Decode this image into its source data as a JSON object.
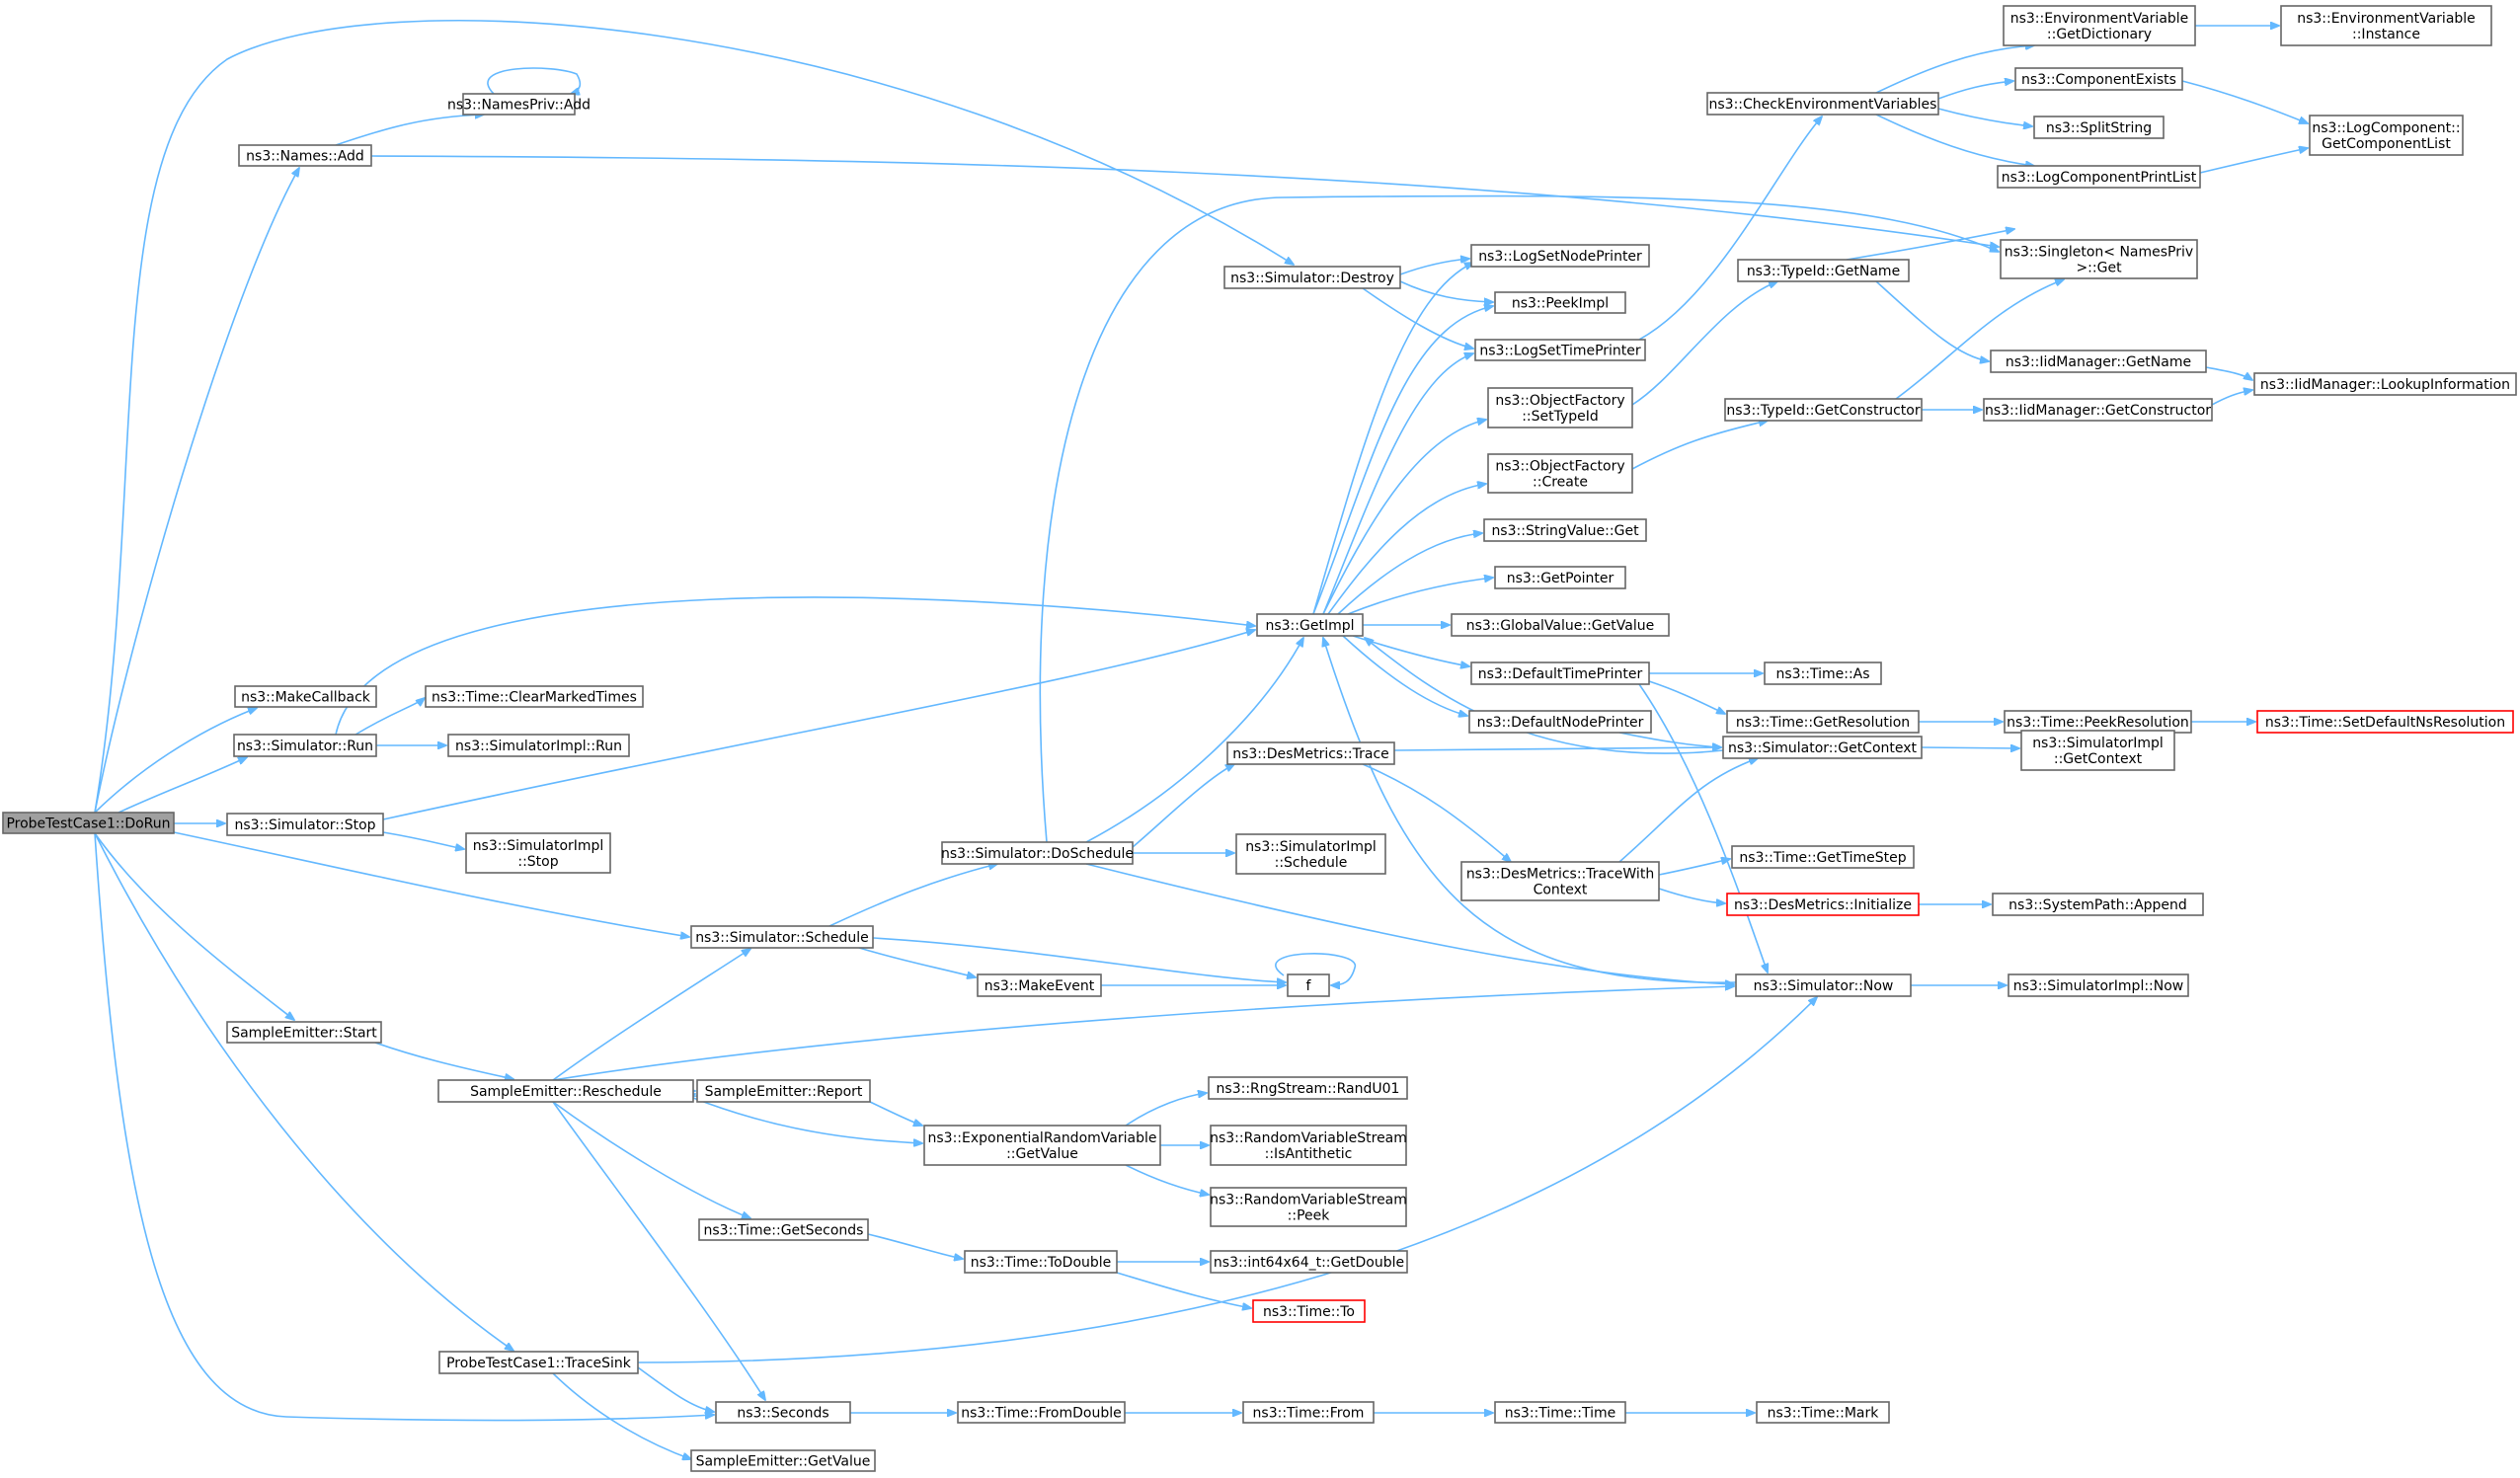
{
  "colors": {
    "edge": "#63b8ff",
    "root_fill": "#a0a0a0",
    "node_border": "#666666",
    "highlight_border": "#ff0000"
  },
  "nodes": {
    "dorun": {
      "lines": [
        "ProbeTestCase1::DoRun"
      ]
    },
    "names_add": {
      "lines": [
        "ns3::Names::Add"
      ]
    },
    "namespriv_add": {
      "lines": [
        "ns3::NamesPriv::Add"
      ]
    },
    "makecallback": {
      "lines": [
        "ns3::MakeCallback"
      ]
    },
    "sim_run": {
      "lines": [
        "ns3::Simulator::Run"
      ]
    },
    "sim_stop": {
      "lines": [
        "ns3::Simulator::Stop"
      ]
    },
    "sim_schedule": {
      "lines": [
        "ns3::Simulator::Schedule"
      ]
    },
    "se_start": {
      "lines": [
        "SampleEmitter::Start"
      ]
    },
    "se_reschedule": {
      "lines": [
        "SampleEmitter::Reschedule"
      ]
    },
    "ptc_tracesink": {
      "lines": [
        "ProbeTestCase1::TraceSink"
      ]
    },
    "clearmarked": {
      "lines": [
        "ns3::Time::ClearMarkedTimes"
      ]
    },
    "simimpl_run": {
      "lines": [
        "ns3::SimulatorImpl::Run"
      ]
    },
    "simimpl_stop": {
      "lines": [
        "ns3::SimulatorImpl",
        "::Stop"
      ]
    },
    "se_report": {
      "lines": [
        "SampleEmitter::Report"
      ]
    },
    "seconds": {
      "lines": [
        "ns3::Seconds"
      ]
    },
    "se_getvalue": {
      "lines": [
        "SampleEmitter::GetValue"
      ]
    },
    "time_getseconds": {
      "lines": [
        "ns3::Time::GetSeconds"
      ]
    },
    "doschedule": {
      "lines": [
        "ns3::Simulator::DoSchedule"
      ]
    },
    "makeevent": {
      "lines": [
        "ns3::MakeEvent"
      ]
    },
    "exprv_getvalue": {
      "lines": [
        "ns3::ExponentialRandomVariable",
        "::GetValue"
      ]
    },
    "time_todouble": {
      "lines": [
        "ns3::Time::ToDouble"
      ]
    },
    "time_fromdouble": {
      "lines": [
        "ns3::Time::FromDouble"
      ]
    },
    "sim_destroy": {
      "lines": [
        "ns3::Simulator::Destroy"
      ]
    },
    "getimpl": {
      "lines": [
        "ns3::GetImpl"
      ]
    },
    "desm_trace": {
      "lines": [
        "ns3::DesMetrics::Trace"
      ]
    },
    "simimpl_schedule": {
      "lines": [
        "ns3::SimulatorImpl",
        "::Schedule"
      ]
    },
    "f": {
      "lines": [
        "f"
      ]
    },
    "rng_randu01": {
      "lines": [
        "ns3::RngStream::RandU01"
      ]
    },
    "rvs_isanti": {
      "lines": [
        "ns3::RandomVariableStream",
        "::IsAntithetic"
      ]
    },
    "rvs_peek": {
      "lines": [
        "ns3::RandomVariableStream",
        "::Peek"
      ]
    },
    "int64_getdouble": {
      "lines": [
        "ns3::int64x64_t::GetDouble"
      ]
    },
    "time_to": {
      "lines": [
        "ns3::Time::To"
      ]
    },
    "time_from": {
      "lines": [
        "ns3::Time::From"
      ]
    },
    "log_setnode": {
      "lines": [
        "ns3::LogSetNodePrinter"
      ]
    },
    "peekimpl": {
      "lines": [
        "ns3::PeekImpl"
      ]
    },
    "log_settime": {
      "lines": [
        "ns3::LogSetTimePrinter"
      ]
    },
    "of_settypeid": {
      "lines": [
        "ns3::ObjectFactory",
        "::SetTypeId"
      ]
    },
    "of_create": {
      "lines": [
        "ns3::ObjectFactory",
        "::Create"
      ]
    },
    "stringvalue_get": {
      "lines": [
        "ns3::StringValue::Get"
      ]
    },
    "getpointer": {
      "lines": [
        "ns3::GetPointer"
      ]
    },
    "gv_getvalue": {
      "lines": [
        "ns3::GlobalValue::GetValue"
      ]
    },
    "default_timeprinter": {
      "lines": [
        "ns3::DefaultTimePrinter"
      ]
    },
    "default_nodeprinter": {
      "lines": [
        "ns3::DefaultNodePrinter"
      ]
    },
    "desm_tracewithctx": {
      "lines": [
        "ns3::DesMetrics::TraceWith",
        "Context"
      ]
    },
    "time_time": {
      "lines": [
        "ns3::Time::Time"
      ]
    },
    "check_env": {
      "lines": [
        "ns3::CheckEnvironmentVariables"
      ]
    },
    "typeid_getname": {
      "lines": [
        "ns3::TypeId::GetName"
      ]
    },
    "typeid_getctor": {
      "lines": [
        "ns3::TypeId::GetConstructor"
      ]
    },
    "time_as": {
      "lines": [
        "ns3::Time::As"
      ]
    },
    "time_getres": {
      "lines": [
        "ns3::Time::GetResolution"
      ]
    },
    "sim_getcontext": {
      "lines": [
        "ns3::Simulator::GetContext"
      ]
    },
    "time_gettimestep": {
      "lines": [
        "ns3::Time::GetTimeStep"
      ]
    },
    "desm_init": {
      "lines": [
        "ns3::DesMetrics::Initialize"
      ]
    },
    "sim_now": {
      "lines": [
        "ns3::Simulator::Now"
      ]
    },
    "time_mark": {
      "lines": [
        "ns3::Time::Mark"
      ]
    },
    "env_getdict": {
      "lines": [
        "ns3::EnvironmentVariable",
        "::GetDictionary"
      ]
    },
    "compexists": {
      "lines": [
        "ns3::ComponentExists"
      ]
    },
    "splitstring": {
      "lines": [
        "ns3::SplitString"
      ]
    },
    "logcompprint": {
      "lines": [
        "ns3::LogComponentPrintList"
      ]
    },
    "singleton_get": {
      "lines": [
        "ns3::Singleton< NamesPriv",
        " >::Get"
      ]
    },
    "iid_getname": {
      "lines": [
        "ns3::IidManager::GetName"
      ]
    },
    "iid_getctor": {
      "lines": [
        "ns3::IidManager::GetConstructor"
      ]
    },
    "time_peekres": {
      "lines": [
        "ns3::Time::PeekResolution"
      ]
    },
    "simimpl_getctx": {
      "lines": [
        "ns3::SimulatorImpl",
        "::GetContext"
      ]
    },
    "systempath_append": {
      "lines": [
        "ns3::SystemPath::Append"
      ]
    },
    "simimpl_now": {
      "lines": [
        "ns3::SimulatorImpl::Now"
      ]
    },
    "env_instance": {
      "lines": [
        "ns3::EnvironmentVariable",
        "::Instance"
      ]
    },
    "logcomp_getlist": {
      "lines": [
        "ns3::LogComponent::",
        "GetComponentList"
      ]
    },
    "iid_lookup": {
      "lines": [
        "ns3::IidManager::LookupInformation"
      ]
    },
    "time_setdefaultns": {
      "lines": [
        "ns3::Time::SetDefaultNsResolution"
      ]
    }
  }
}
